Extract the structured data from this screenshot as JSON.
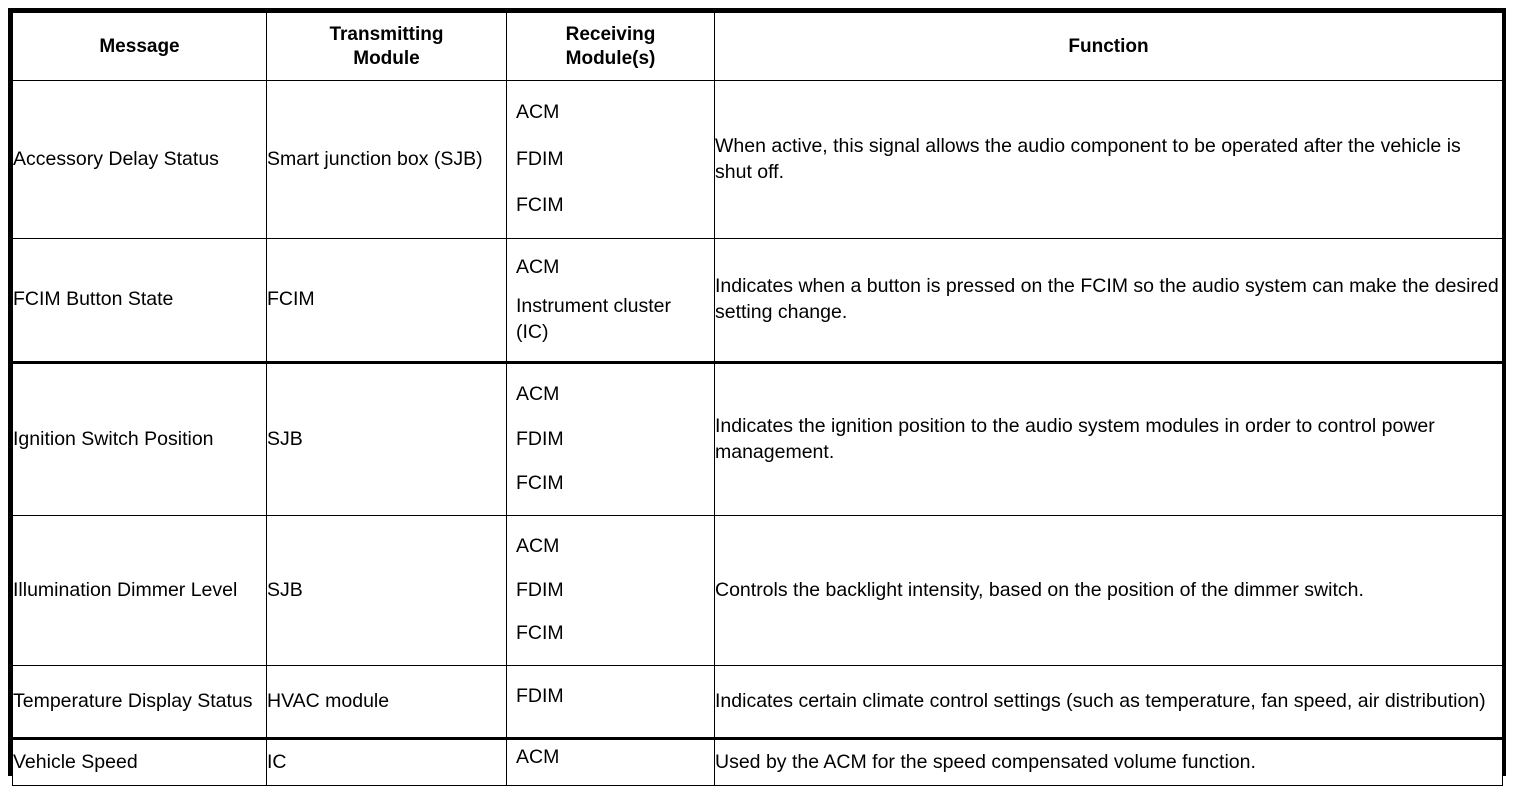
{
  "table": {
    "columns": [
      {
        "key": "message",
        "label": "Message"
      },
      {
        "key": "transmit",
        "label": "Transmitting\nModule"
      },
      {
        "key": "receive",
        "label": "Receiving\nModule(s)"
      },
      {
        "key": "function",
        "label": "Function"
      }
    ],
    "header": {
      "message": "Message",
      "transmitting_line1": "Transmitting",
      "transmitting_line2": "Module",
      "receiving_line1": "Receiving",
      "receiving_line2": "Module(s)",
      "function": "Function"
    },
    "rows": [
      {
        "message": "Accessory Delay Status",
        "transmitting_module": "Smart junction box (SJB)",
        "receiving_modules": [
          "ACM",
          "FDIM",
          "FCIM"
        ],
        "function": "When active, this signal allows the audio component to be operated after the vehicle is shut off."
      },
      {
        "message": "FCIM Button State",
        "transmitting_module": "FCIM",
        "receiving_modules": [
          "ACM",
          "Instrument cluster (IC)"
        ],
        "function": "Indicates when a button is pressed on the FCIM so the audio system can make the desired setting change."
      },
      {
        "message": "Ignition Switch Position",
        "transmitting_module": "SJB",
        "receiving_modules": [
          "ACM",
          "FDIM",
          "FCIM"
        ],
        "function": "Indicates the ignition position to the audio system modules in order to control power management."
      },
      {
        "message": "Illumination Dimmer Level",
        "transmitting_module": "SJB",
        "receiving_modules": [
          "ACM",
          "FDIM",
          "FCIM"
        ],
        "function": "Controls the backlight intensity, based on the position of the dimmer switch."
      },
      {
        "message": "Temperature Display Status",
        "transmitting_module": "HVAC module",
        "receiving_modules": [
          "FDIM"
        ],
        "function": "Indicates certain climate control settings (such as temperature, fan speed, air distribution)"
      },
      {
        "message": "Vehicle Speed",
        "transmitting_module": "IC",
        "receiving_modules": [
          "ACM"
        ],
        "function": "Used by the ACM for the speed compensated volume function."
      }
    ]
  },
  "style": {
    "border_color": "#000000",
    "text_color": "#000000",
    "background": "#ffffff"
  }
}
